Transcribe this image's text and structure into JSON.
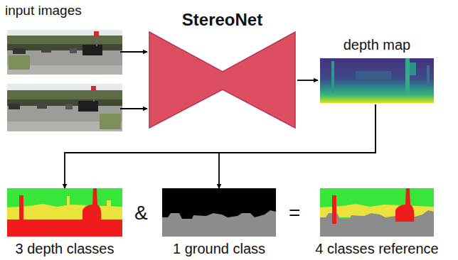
{
  "diagram": {
    "nodes": [
      {
        "text": [
          "input images"
        ]
      },
      {
        "text": [],
        "in": 0
      },
      {
        "text": [],
        "in": 0
      },
      {
        "text": [
          "StereoNet"
        ]
      },
      {
        "text": [
          "depth map"
        ]
      },
      {
        "text": [
          "3 depth classes"
        ]
      },
      {
        "text": [
          "1 ground class"
        ]
      },
      {
        "text": [
          "4 classes reference"
        ]
      }
    ],
    "edges": [
      {
        "from": 1,
        "to": 3,
        "arrow": "to"
      },
      {
        "from": 2,
        "to": 3,
        "arrow": "to"
      },
      {
        "from": 3,
        "to": 4,
        "arrow": "to"
      },
      {
        "from": 4,
        "to": 5,
        "arrow": "to"
      },
      {
        "from": 4,
        "to": 6,
        "arrow": "to"
      }
    ],
    "labels": [
      "&",
      "="
    ]
  }
}
